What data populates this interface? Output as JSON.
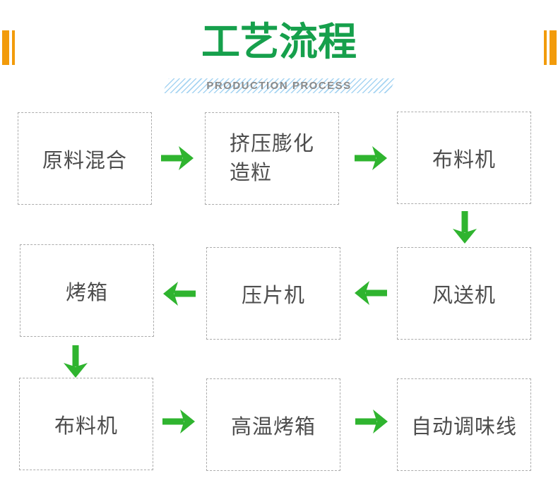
{
  "title": {
    "text": "工艺流程"
  },
  "subtitle": {
    "text": "PRODUCTION PROCESS"
  },
  "colors": {
    "accent_orange": "#F29B0B",
    "title_green": "#16A04C",
    "arrow_green": "#2FB42F",
    "stripe_blue": "#A6D4F2",
    "box_border": "#ABABAB",
    "box_text": "#4D4D4D",
    "subtitle_text": "#8A8A8A"
  },
  "flow": {
    "nodes": [
      {
        "id": "raw-material-mixing",
        "label": "原料混合"
      },
      {
        "id": "extrusion-puffing-granulation",
        "label": "挤压膨化\n造粒"
      },
      {
        "id": "spreading-machine-top",
        "label": "布料机"
      },
      {
        "id": "air-conveyor",
        "label": "风送机"
      },
      {
        "id": "tablet-press",
        "label": "压片机"
      },
      {
        "id": "oven",
        "label": "烤箱"
      },
      {
        "id": "spreading-machine-bottom",
        "label": "布料机"
      },
      {
        "id": "high-temperature-oven",
        "label": "高温烤箱"
      },
      {
        "id": "automatic-seasoning-line",
        "label": "自动调味线"
      }
    ]
  }
}
